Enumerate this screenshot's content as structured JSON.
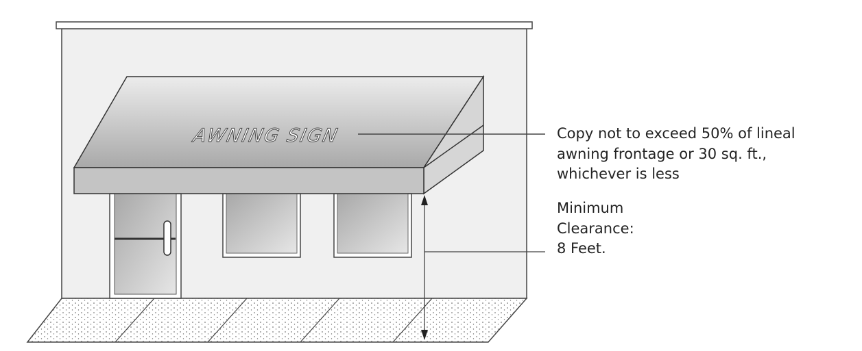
{
  "sign_text": "AWNING SIGN",
  "copy_note": {
    "lines": [
      "Copy not to exceed 50% of lineal",
      "awning frontage or 30 sq. ft.,",
      "whichever is less"
    ]
  },
  "clearance_note": {
    "lines": [
      "Minimum",
      "Clearance:",
      "8 Feet."
    ]
  },
  "colors": {
    "wall": "#f0f0f0",
    "outline": "#333333",
    "awning": "#c4c4c4"
  }
}
